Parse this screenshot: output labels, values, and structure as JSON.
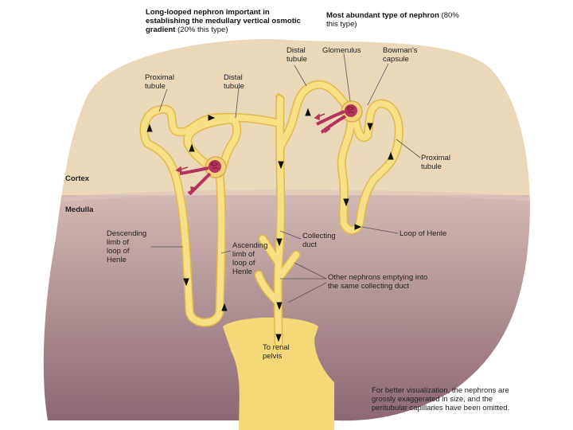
{
  "headers": {
    "long_looped_bold": "Long-looped nephron important in establishing the medullary vertical osmotic gradient",
    "long_looped_normal": " (20% this type)",
    "abundant_bold": "Most abundant type of nephron",
    "abundant_normal": " (80% this type)"
  },
  "zones": {
    "cortex": "Cortex",
    "medulla": "Medulla"
  },
  "labels": {
    "proximal_tubule_left": "Proximal\ntubule",
    "distal_tubule_left": "Distal\ntubule",
    "distal_tubule_right": "Distal\ntubule",
    "glomerulus": "Glomerulus",
    "bowmans_capsule": "Bowman's\ncapsule",
    "proximal_tubule_right": "Proximal\ntubule",
    "loop_of_henle": "Loop of Henle",
    "descending_limb": "Descending\nlimb of\nloop of\nHenle",
    "ascending_limb": "Ascending\nlimb of\nloop of\nHenle",
    "collecting_duct": "Collecting\nduct",
    "other_nephrons": "Other nephrons emptying into\nthe same collecting duct",
    "renal_pelvis": "To renal\npelvis"
  },
  "note": "For better visualization, the nephrons are grossly exaggerated in size, and the peritubular capillaries have been omitted.",
  "colors": {
    "cortex": "#ead8b8",
    "medulla_top": "#cfb3ae",
    "medulla_bottom": "#8e6773",
    "tubule": "#f5d978",
    "tubule_edge": "#e2b94c",
    "vessel": "#b5325a",
    "leader": "#555555"
  }
}
